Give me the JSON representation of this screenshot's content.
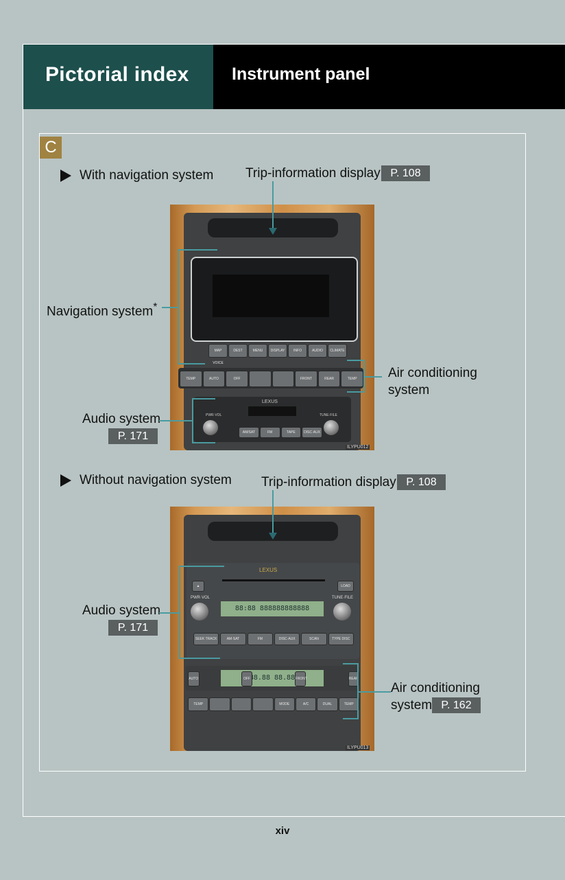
{
  "header": {
    "section": "Pictorial index",
    "title": "Instrument panel"
  },
  "section_badge": "C",
  "with_nav": {
    "heading": "With navigation system",
    "trip_label": "Trip-information display",
    "trip_ref": "P. 108",
    "nav_label": "Navigation system",
    "nav_asterisk": "*",
    "ac_label_line1": "Air conditioning",
    "ac_label_line2": "system",
    "audio_label": "Audio system",
    "audio_ref": "P. 171",
    "image_code": "ILYPU012",
    "nav_buttons": [
      "MAP VOICE",
      "DEST",
      "MENU",
      "DISPLAY",
      "INFO",
      "AUDIO",
      "CLIMATE"
    ],
    "climate_buttons": [
      "TEMP",
      "AUTO",
      "OFF",
      "",
      "",
      "FRONT",
      "REAR",
      "TEMP"
    ],
    "audio_buttons": [
      "AM/SAT",
      "FM",
      "TAPE",
      "DISC·AUX"
    ],
    "audio_brand": "LEXUS",
    "pwr_vol": "PWR·VOL",
    "tune_file": "TUNE·FILE"
  },
  "without_nav": {
    "heading": "Without navigation system",
    "trip_label": "Trip-information display",
    "trip_ref": "P. 108",
    "audio_label": "Audio system",
    "audio_ref": "P. 171",
    "ac_label_line1": "Air conditioning",
    "ac_label_line2": "system",
    "ac_ref": "P. 162",
    "image_code": "ILYPU013",
    "audio_brand": "LEXUS",
    "pwr_vol": "PWR·VOL",
    "tune_file": "TUNE·FILE",
    "load": "LOAD",
    "audio_buttons": [
      "SEEK TRACK",
      "AM·SAT",
      "FM",
      "DISC·AUX",
      "SCAN",
      "TYPE DISC"
    ],
    "climate_top": [
      "AUTO",
      "OFF",
      "FRONT",
      "REAR"
    ],
    "climate_bottom": [
      "TEMP",
      "",
      "",
      "",
      "MODE",
      "A/C",
      "DUAL",
      "TEMP"
    ],
    "lcd_audio": "88:88  888888888888",
    "lcd_climate": "88.88  88.88"
  },
  "page_number": "xiv"
}
